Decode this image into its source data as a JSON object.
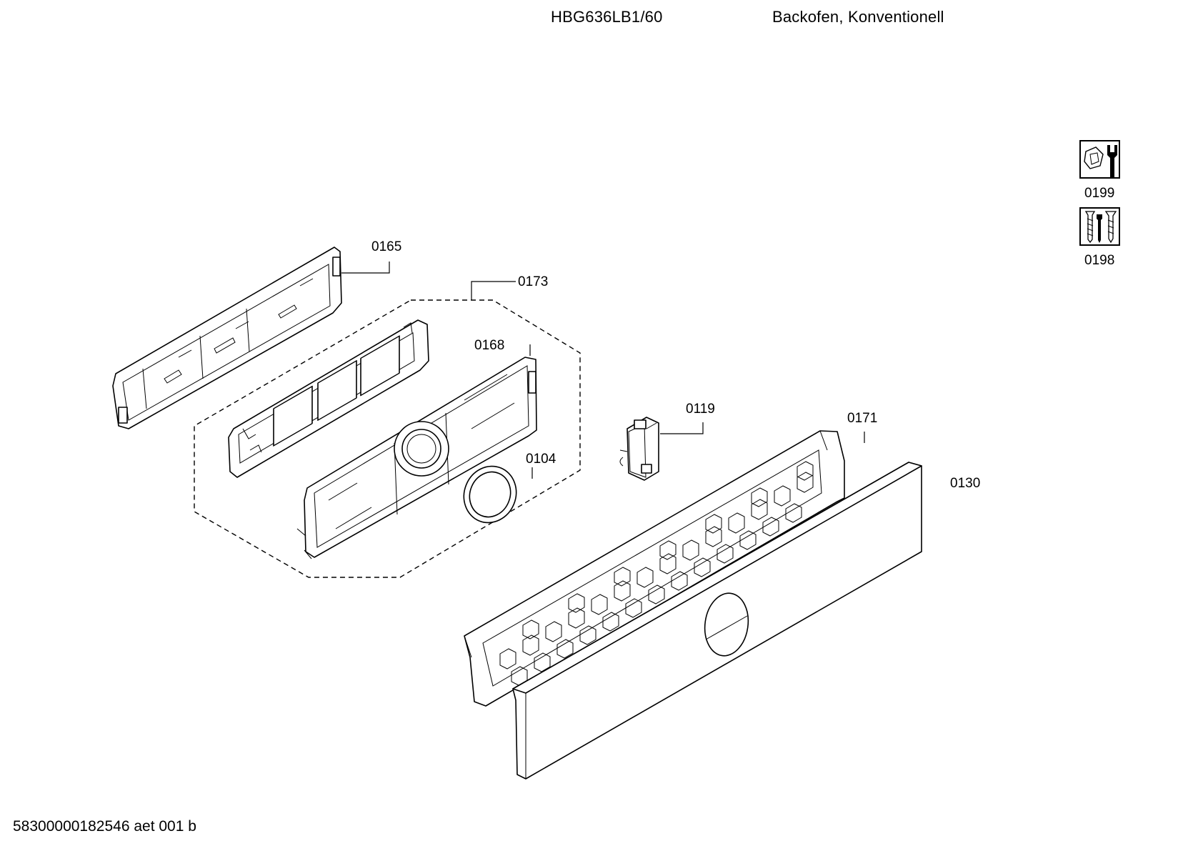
{
  "header": {
    "model": "HBG636LB1/60",
    "description": "Backofen, Konventionell"
  },
  "footer": {
    "document_code": "58300000182546 aet 001 b"
  },
  "parts": [
    {
      "id": "0165",
      "label": "0165"
    },
    {
      "id": "0173",
      "label": "0173"
    },
    {
      "id": "0168",
      "label": "0168"
    },
    {
      "id": "0104",
      "label": "0104"
    },
    {
      "id": "0119",
      "label": "0119"
    },
    {
      "id": "0171",
      "label": "0171"
    },
    {
      "id": "0130",
      "label": "0130"
    }
  ],
  "accessories": [
    {
      "id": "0199",
      "label": "0199",
      "icon": "tools-icon"
    },
    {
      "id": "0198",
      "label": "0198",
      "icon": "screws-icon"
    }
  ]
}
